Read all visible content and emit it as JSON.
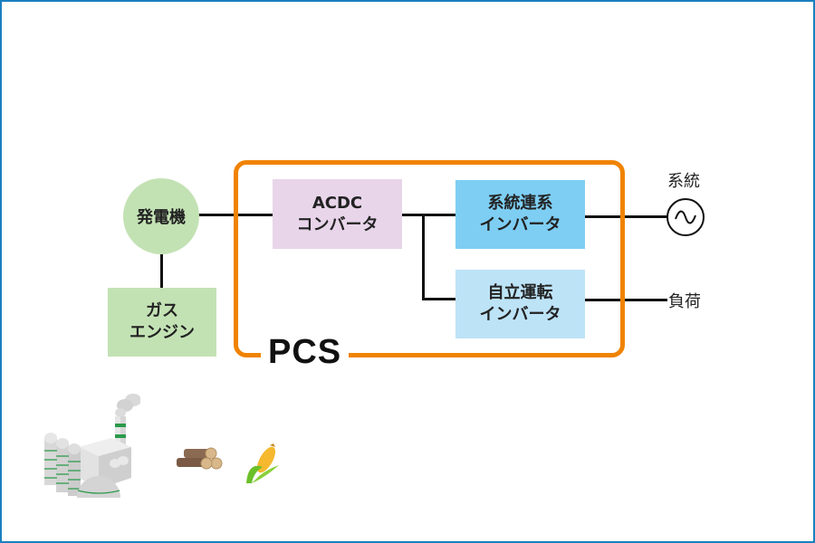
{
  "diagram": {
    "generator": {
      "label": "発電機",
      "color": "#c3e2b4"
    },
    "gas_engine": {
      "line1": "ガス",
      "line2": "エンジン",
      "color": "#c3e2b4"
    },
    "pcs": {
      "label": "PCS",
      "frame_color": "#f08300"
    },
    "acdc_converter": {
      "line1": "ACDC",
      "line2": "コンバータ",
      "color": "#e8d5ea"
    },
    "grid_tie_inverter": {
      "line1": "系統連系",
      "line2": "インバータ",
      "color": "#7ecef4"
    },
    "standalone_inverter": {
      "line1": "自立運転",
      "line2": "インバータ",
      "color": "#bde3f7"
    },
    "grid": {
      "label": "系統",
      "symbol": "ac-source-icon"
    },
    "load": {
      "label": "負荷"
    },
    "border_color": "#1a80c0",
    "illustrations": [
      {
        "name": "factory-icon"
      },
      {
        "name": "logs-icon"
      },
      {
        "name": "corn-icon"
      }
    ]
  }
}
